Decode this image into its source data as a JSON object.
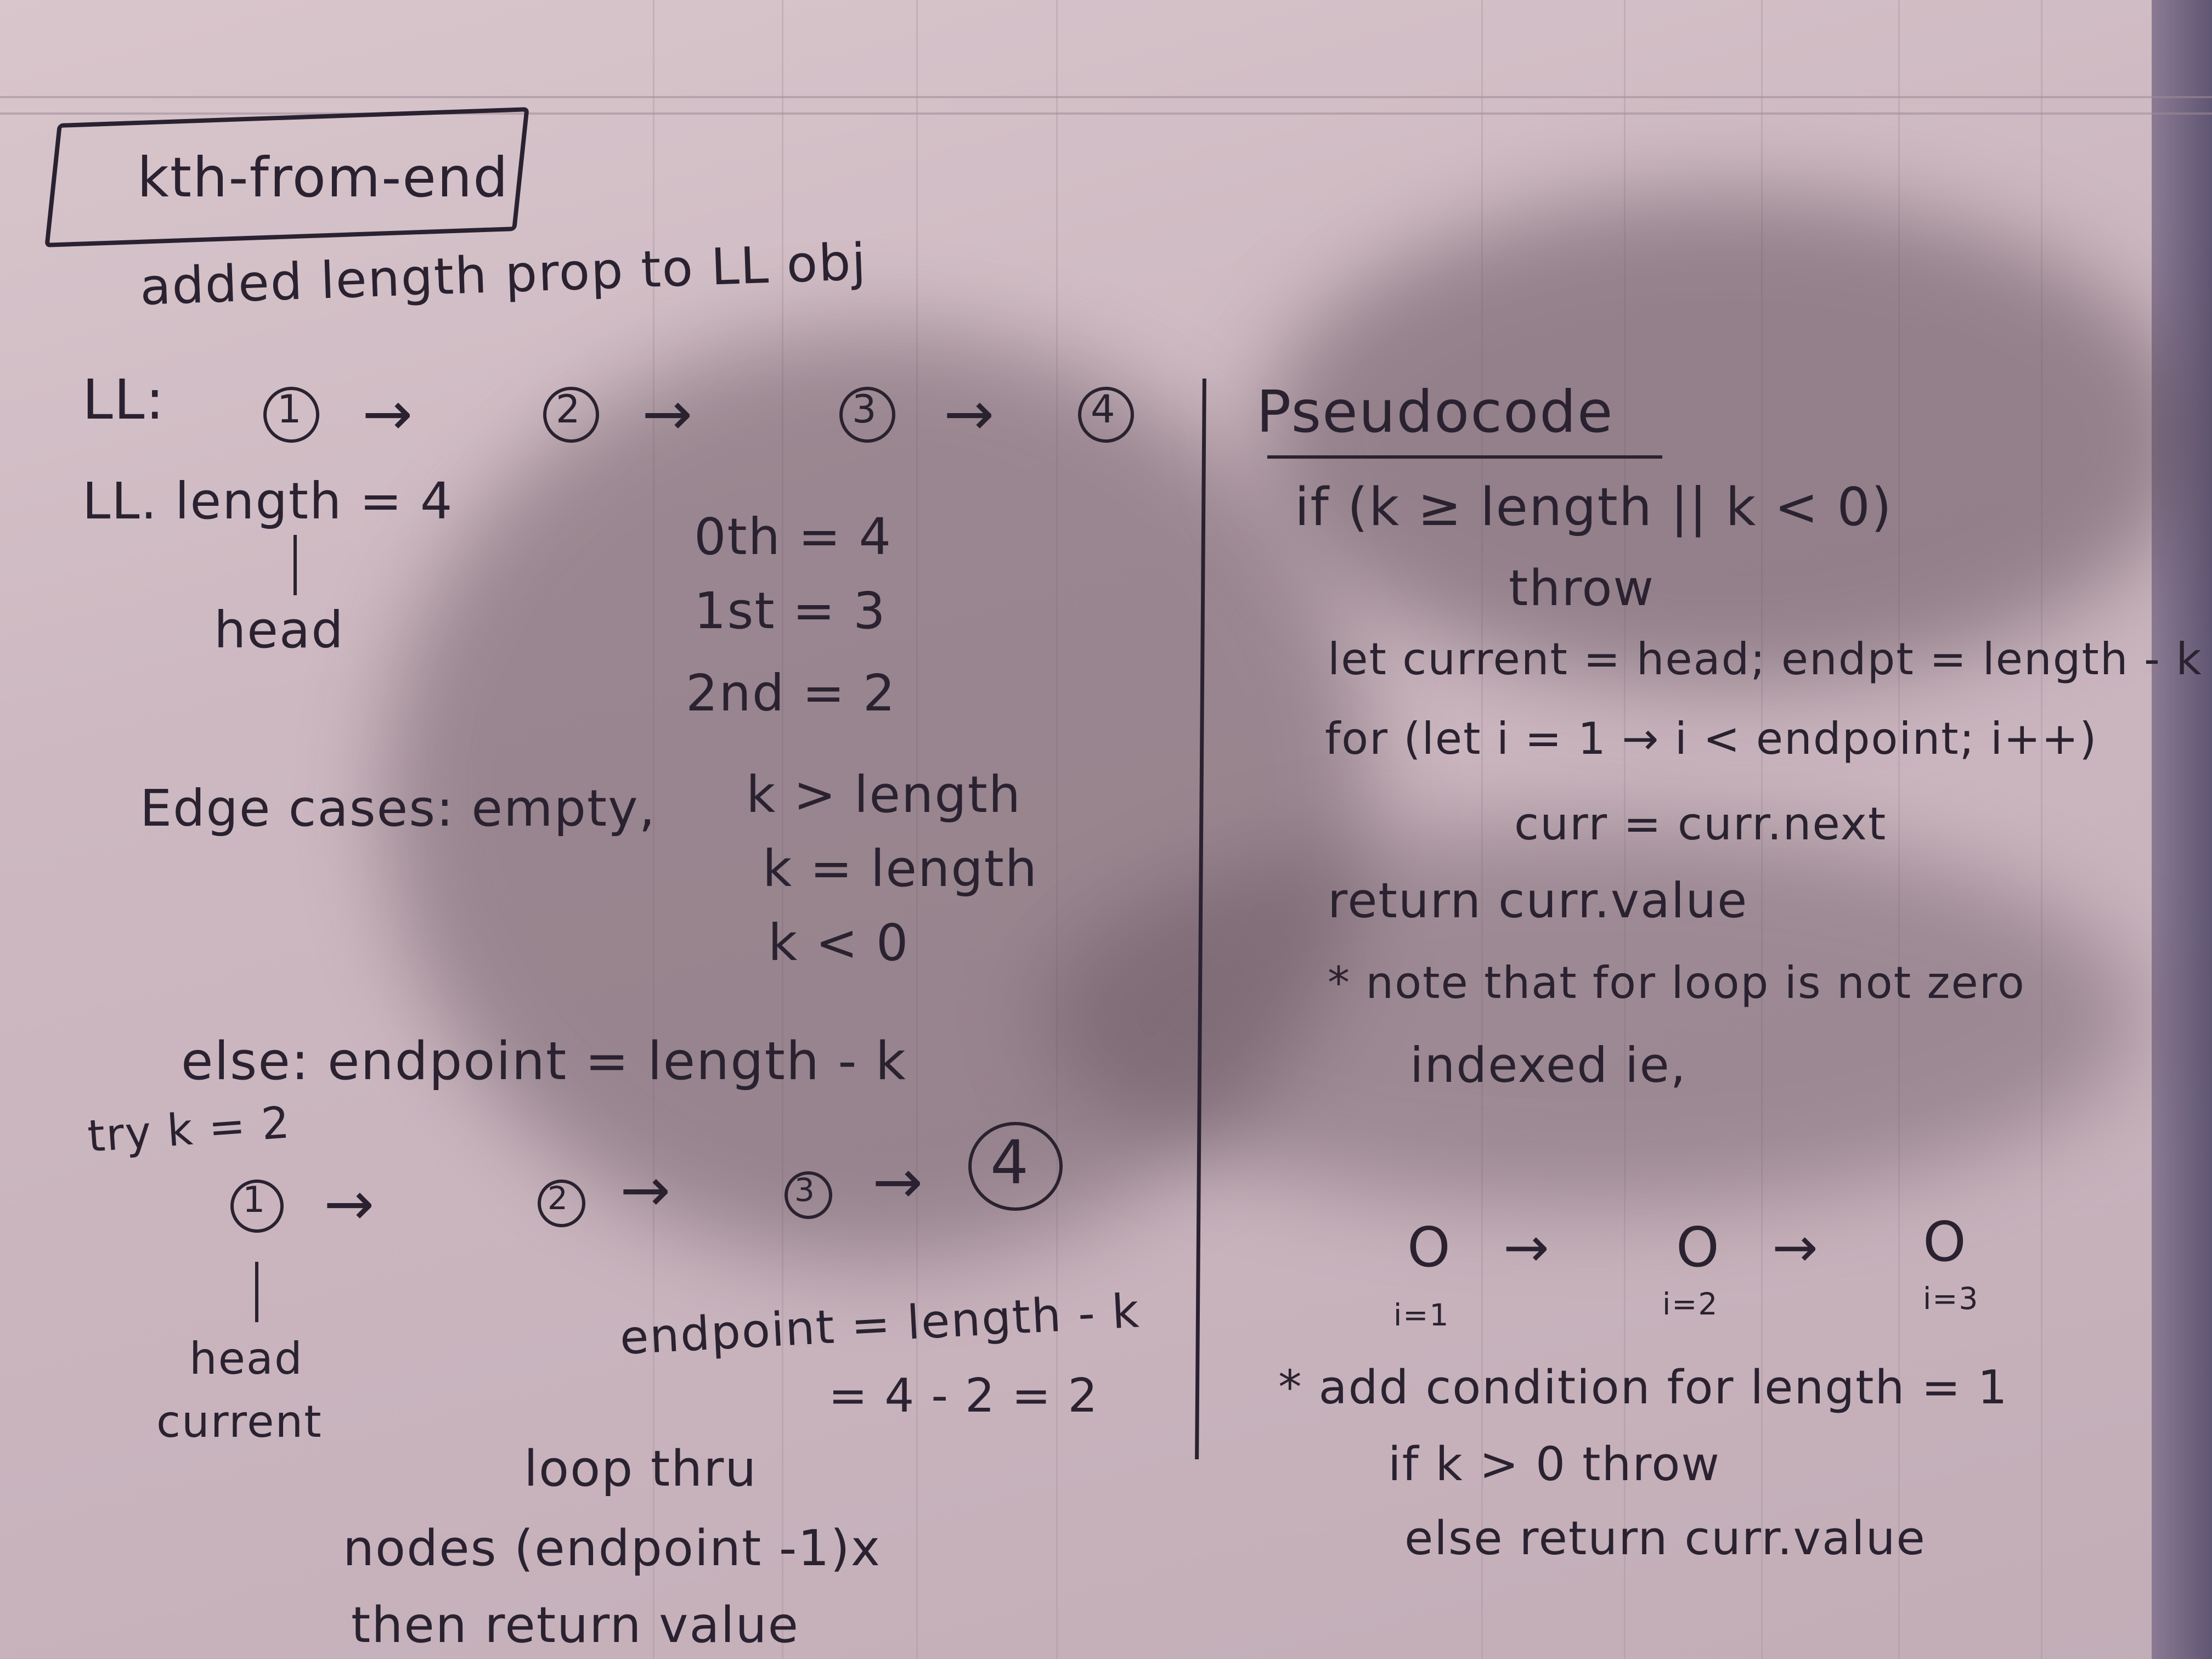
{
  "title": "kth-from-end",
  "left": {
    "intro": "added length prop to LL obj",
    "list_label": "LL:",
    "nodes": [
      "1",
      "2",
      "3",
      "4"
    ],
    "arrow": "→",
    "length_line": "LL. length = 4",
    "head_label": "head",
    "kth_values": [
      "0th = 4",
      "1st = 3",
      "2nd = 2"
    ],
    "edge_cases": [
      "Edge cases: empty,",
      "k > length",
      "k = length",
      "k < 0"
    ],
    "else_line": "else: endpoint = length - k",
    "try_line": "try k = 2",
    "nodes2": [
      "1",
      "2",
      "3",
      "4"
    ],
    "head2": "head",
    "current2": "current",
    "endpoint1": "endpoint = length - k",
    "endpoint2": "= 4 - 2 = 2",
    "loop_lines": [
      "loop thru",
      "nodes (endpoint -1)x",
      "then   return value"
    ]
  },
  "right": {
    "heading": "Pseudocode",
    "lines": [
      "if (k ≥ length || k < 0)",
      "throw",
      "let current = head; endpt = length - k",
      "for (let i = 1 → i < endpoint; i++)",
      "curr = curr.next",
      "return curr.value",
      "* note that for loop is not zero",
      "indexed ie,"
    ],
    "diagram_nodes": [
      "O",
      "O",
      "O"
    ],
    "diagram_labels": [
      "i=1",
      "i=2",
      "i=3"
    ],
    "note_lines": [
      "* add condition for length = 1",
      "if   k > 0   throw",
      "else return   curr.value"
    ]
  }
}
